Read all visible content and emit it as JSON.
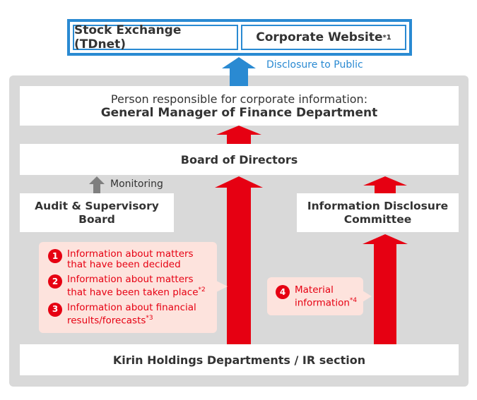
{
  "top": {
    "stock_exchange": "Stock Exchange (TDnet)",
    "corporate_website": "Corporate Website",
    "corporate_website_note": "*1"
  },
  "disclosure_label": "Disclosure to Public",
  "person_responsible": {
    "line1": "Person responsible for corporate information:",
    "line2": "General Manager of Finance Department"
  },
  "board_of_directors": "Board of Directors",
  "monitoring": "Monitoring",
  "audit_board": {
    "line1": "Audit & Supervisory",
    "line2": "Board"
  },
  "committee": {
    "line1": "Information Disclosure",
    "line2": "Committee"
  },
  "left_items": [
    {
      "num": "1",
      "line1": "Information about matters",
      "line2": "that have been decided",
      "note": ""
    },
    {
      "num": "2",
      "line1": "Information about matters",
      "line2": "that have been taken place",
      "note": "*2"
    },
    {
      "num": "3",
      "line1": "Information about financial",
      "line2": "results/forecasts",
      "note": "*3"
    }
  ],
  "right_item": {
    "num": "4",
    "line1": "Material",
    "line2": "information",
    "note": "*4"
  },
  "bottom": "Kirin Holdings Departments / IR section",
  "colors": {
    "blue": "#2a8ad2",
    "red": "#e60012",
    "gray_panel": "#d9d9d9",
    "pink": "#fde3dd",
    "gray_arrow": "#7f7f7f"
  }
}
